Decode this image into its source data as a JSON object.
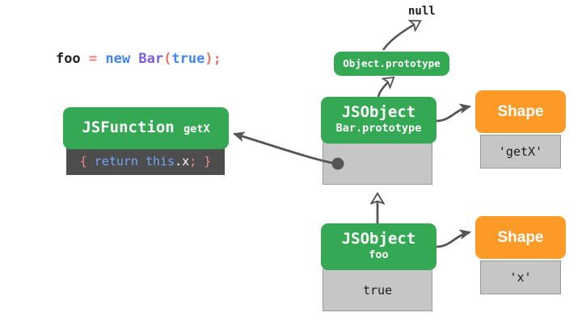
{
  "diagram": {
    "title": "JavaScript object / prototype / shape memory layout",
    "background": "#ffffff",
    "colors": {
      "green": "#34a853",
      "orange": "#fb9a27",
      "gray_body": "#c6c6c6",
      "gray_border": "#9a9a9a",
      "dark_body": "#4d4d4d",
      "arrow": "#555555",
      "text_dark": "#1c1c1c",
      "text_light": "#ffffff"
    }
  },
  "code_line": {
    "full_text": "foo = new Bar(true);",
    "tokens": [
      {
        "text": "foo",
        "kind": "identifier",
        "color": "#222222"
      },
      {
        "text": " ",
        "kind": "space",
        "color": "#222222"
      },
      {
        "text": "=",
        "kind": "operator",
        "color": "#f07f7f"
      },
      {
        "text": " ",
        "kind": "space",
        "color": "#222222"
      },
      {
        "text": "new",
        "kind": "keyword",
        "color": "#4285f4"
      },
      {
        "text": " ",
        "kind": "space",
        "color": "#222222"
      },
      {
        "text": "Bar",
        "kind": "class",
        "color": "#7b5ce0"
      },
      {
        "text": "(",
        "kind": "paren",
        "color": "#e8736d"
      },
      {
        "text": "true",
        "kind": "boolean",
        "color": "#4285f4"
      },
      {
        "text": ")",
        "kind": "paren",
        "color": "#e8736d"
      },
      {
        "text": ";",
        "kind": "paren",
        "color": "#e8736d"
      }
    ]
  },
  "nodes": {
    "null_label": {
      "text": "null"
    },
    "object_prototype": {
      "header": "Object.prototype",
      "header_color": "#34a853"
    },
    "jsfunction_getx": {
      "header_main": "JSFunction",
      "header_sub": "getX",
      "header_color": "#34a853",
      "code": {
        "full_text": "{ return this.x; }",
        "tokens": [
          {
            "text": "{",
            "kind": "brace",
            "color": "#f08a85"
          },
          {
            "text": " ",
            "kind": "space",
            "color": "#ffffff"
          },
          {
            "text": "return",
            "kind": "keyword",
            "color": "#6fa8f5"
          },
          {
            "text": " ",
            "kind": "space",
            "color": "#ffffff"
          },
          {
            "text": "this",
            "kind": "keyword",
            "color": "#6fa8f5"
          },
          {
            "text": ".",
            "kind": "dot",
            "color": "#ffffff"
          },
          {
            "text": "x",
            "kind": "property",
            "color": "#ffffff"
          },
          {
            "text": ";",
            "kind": "semicolon",
            "color": "#f08a85"
          },
          {
            "text": " ",
            "kind": "space",
            "color": "#ffffff"
          },
          {
            "text": "}",
            "kind": "brace",
            "color": "#f08a85"
          }
        ]
      }
    },
    "jsobject_bar_prototype": {
      "header_main": "JSObject",
      "header_sub": "Bar.prototype",
      "header_color": "#34a853",
      "slot_value": "",
      "slot_is_pointer": true
    },
    "jsobject_foo": {
      "header_main": "JSObject",
      "header_sub": "foo",
      "header_color": "#34a853",
      "slot_value": "true"
    },
    "shape_getx": {
      "header_main": "Shape",
      "header_color": "#fb9a27",
      "slot_value": "'getX'"
    },
    "shape_x": {
      "header_main": "Shape",
      "header_color": "#fb9a27",
      "slot_value": "'x'"
    }
  },
  "edges": [
    {
      "name": "object-prototype-to-null",
      "from": "object_prototype",
      "to": "null_label",
      "style": "hollow-arrow"
    },
    {
      "name": "bar-prototype-to-object-prototype",
      "from": "jsobject_bar_prototype",
      "to": "object_prototype",
      "style": "hollow-arrow"
    },
    {
      "name": "bar-prototype-slot-to-jsfunction",
      "from": "jsobject_bar_prototype",
      "to": "jsfunction_getx",
      "style": "dot-arrow"
    },
    {
      "name": "bar-prototype-to-shape-getx",
      "from": "jsobject_bar_prototype",
      "to": "shape_getx",
      "style": "solid-arrow"
    },
    {
      "name": "foo-to-bar-prototype",
      "from": "jsobject_foo",
      "to": "jsobject_bar_prototype",
      "style": "hollow-arrow"
    },
    {
      "name": "foo-to-shape-x",
      "from": "jsobject_foo",
      "to": "shape_x",
      "style": "solid-arrow"
    }
  ]
}
